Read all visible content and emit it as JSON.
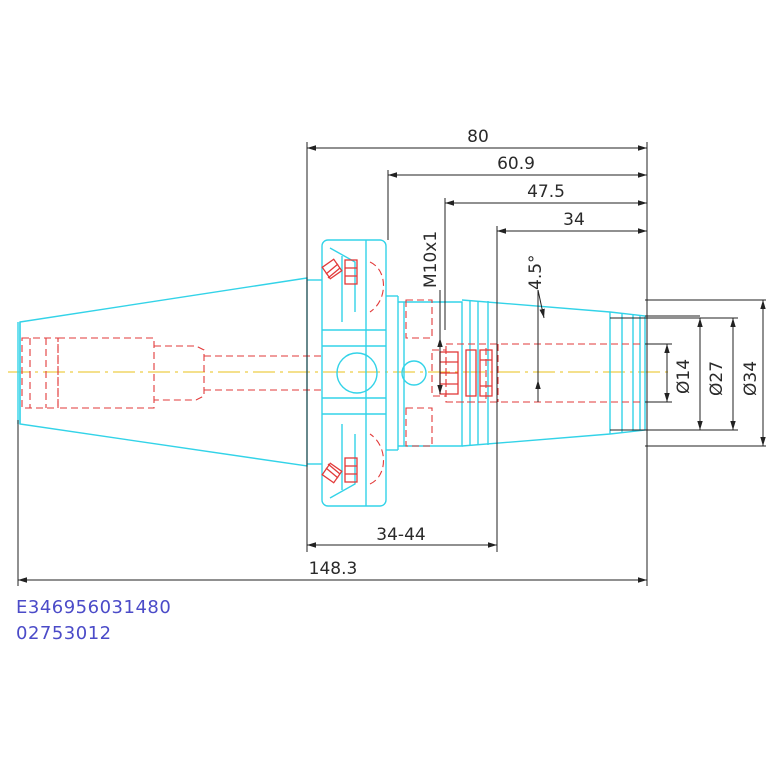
{
  "dimensions": {
    "d80": "80",
    "d60_9": "60.9",
    "d47_5": "47.5",
    "d34": "34",
    "angle": "4.5°",
    "thread": "M10x1",
    "phi14": "Ø14",
    "phi27": "Ø27",
    "phi34": "Ø34",
    "d34_44": "34-44",
    "d148_3": "148.3"
  },
  "codes": {
    "line1": "E346956031480",
    "line2": "02753012"
  },
  "colors": {
    "outline": "#33d3e8",
    "hidden": "#e23a3a",
    "centerline": "#e8c21a",
    "dimension": "#222222",
    "code_text": "#4b4bc8"
  }
}
